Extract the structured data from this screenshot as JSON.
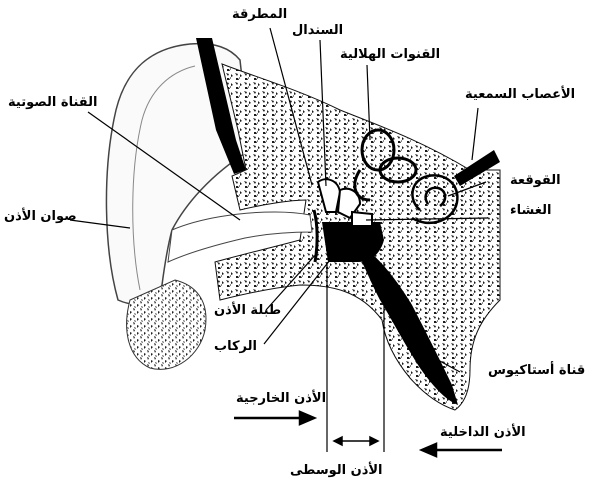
{
  "labels": {
    "hammer": "المطرقة",
    "anvil": "السندال",
    "semicircular_canals": "القنوات الهلالية",
    "auditory_nerves": "الأعصاب السمعية",
    "ear_canal": "القناة الصوتية",
    "cochlea": "القوقعة",
    "membrane": "الغشاء",
    "auricle": "صوان الأذن",
    "eardrum": "طبلة الأذن",
    "stirrup": "الركاب",
    "eustachian_tube": "قناة أستاكيوس",
    "outer_ear": "الأذن الخارجية",
    "inner_ear": "الأذن الداخلية",
    "middle_ear": "الأذن الوسطى"
  },
  "colors": {
    "ink": "#000000",
    "bone_speckle": "#1a1a1a",
    "paper": "#ffffff"
  }
}
